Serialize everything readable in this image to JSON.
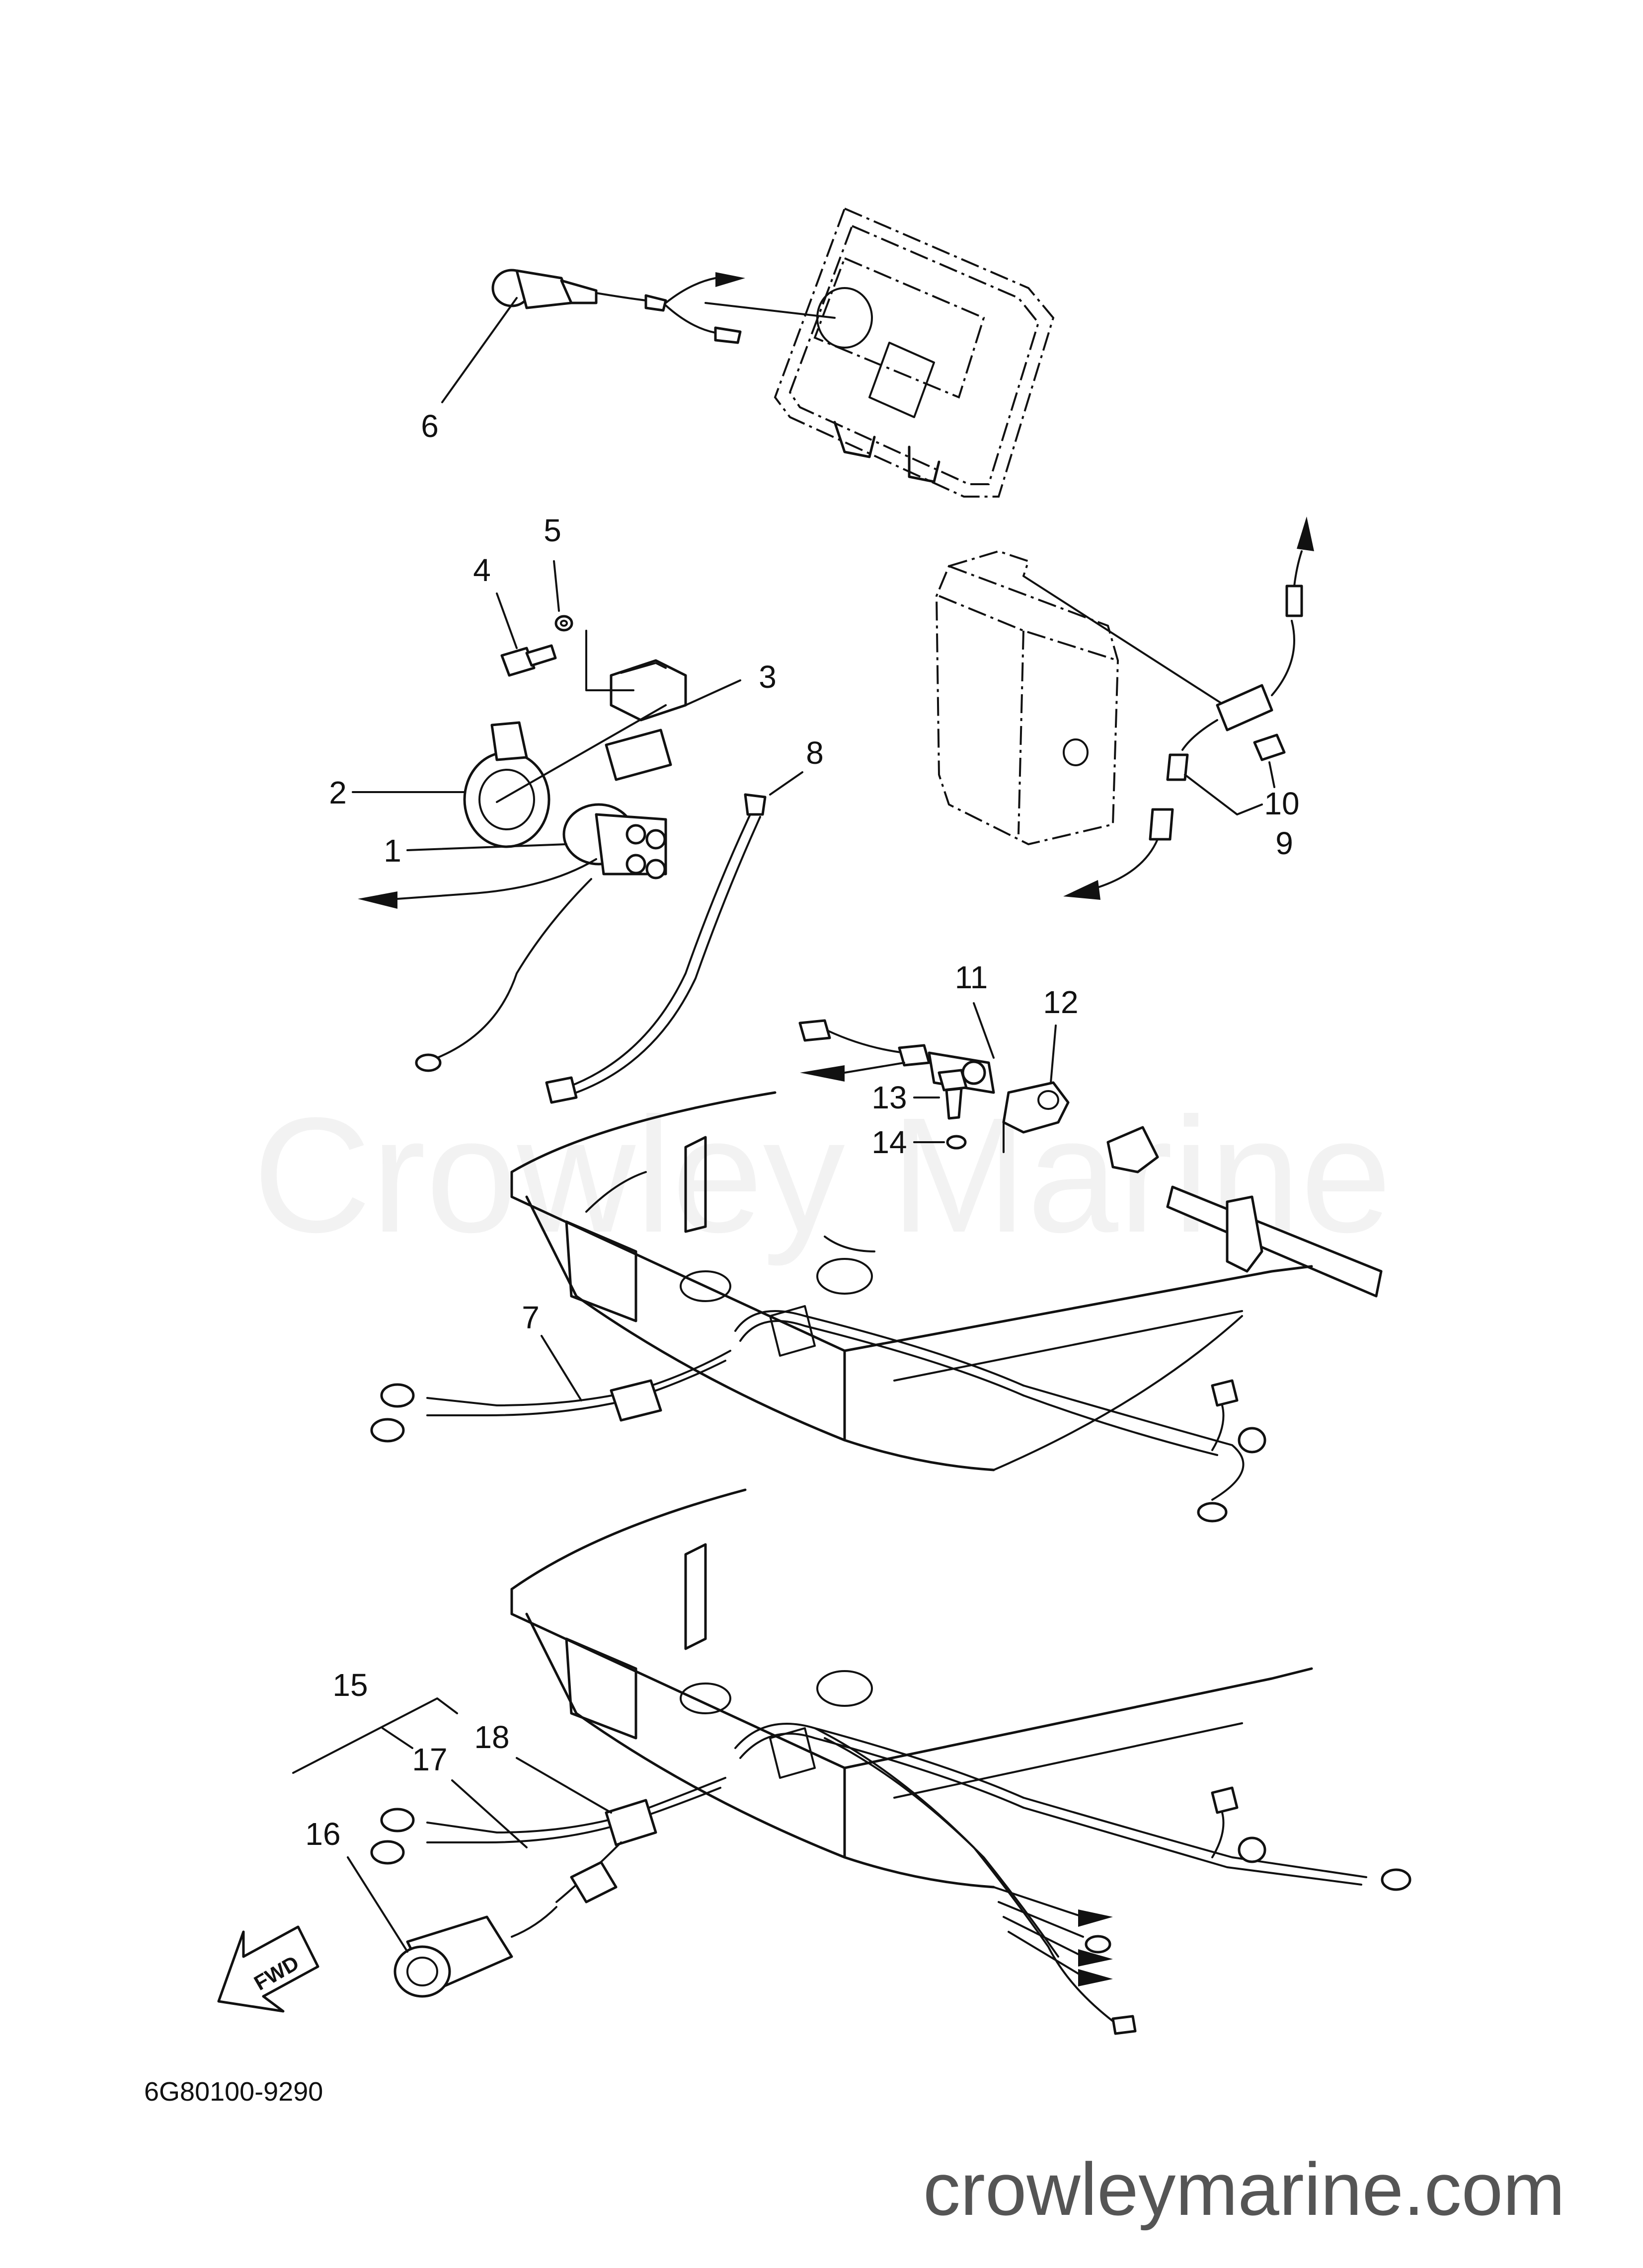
{
  "diagram": {
    "watermark": "Crowley Marine",
    "footer_url": "crowleymarine.com",
    "part_code": "6G80100-9290",
    "fwd_label": "FWD",
    "callouts": [
      "1",
      "2",
      "3",
      "4",
      "5",
      "6",
      "7",
      "8",
      "9",
      "10",
      "11",
      "12",
      "13",
      "14",
      "15",
      "16",
      "17",
      "18"
    ]
  }
}
